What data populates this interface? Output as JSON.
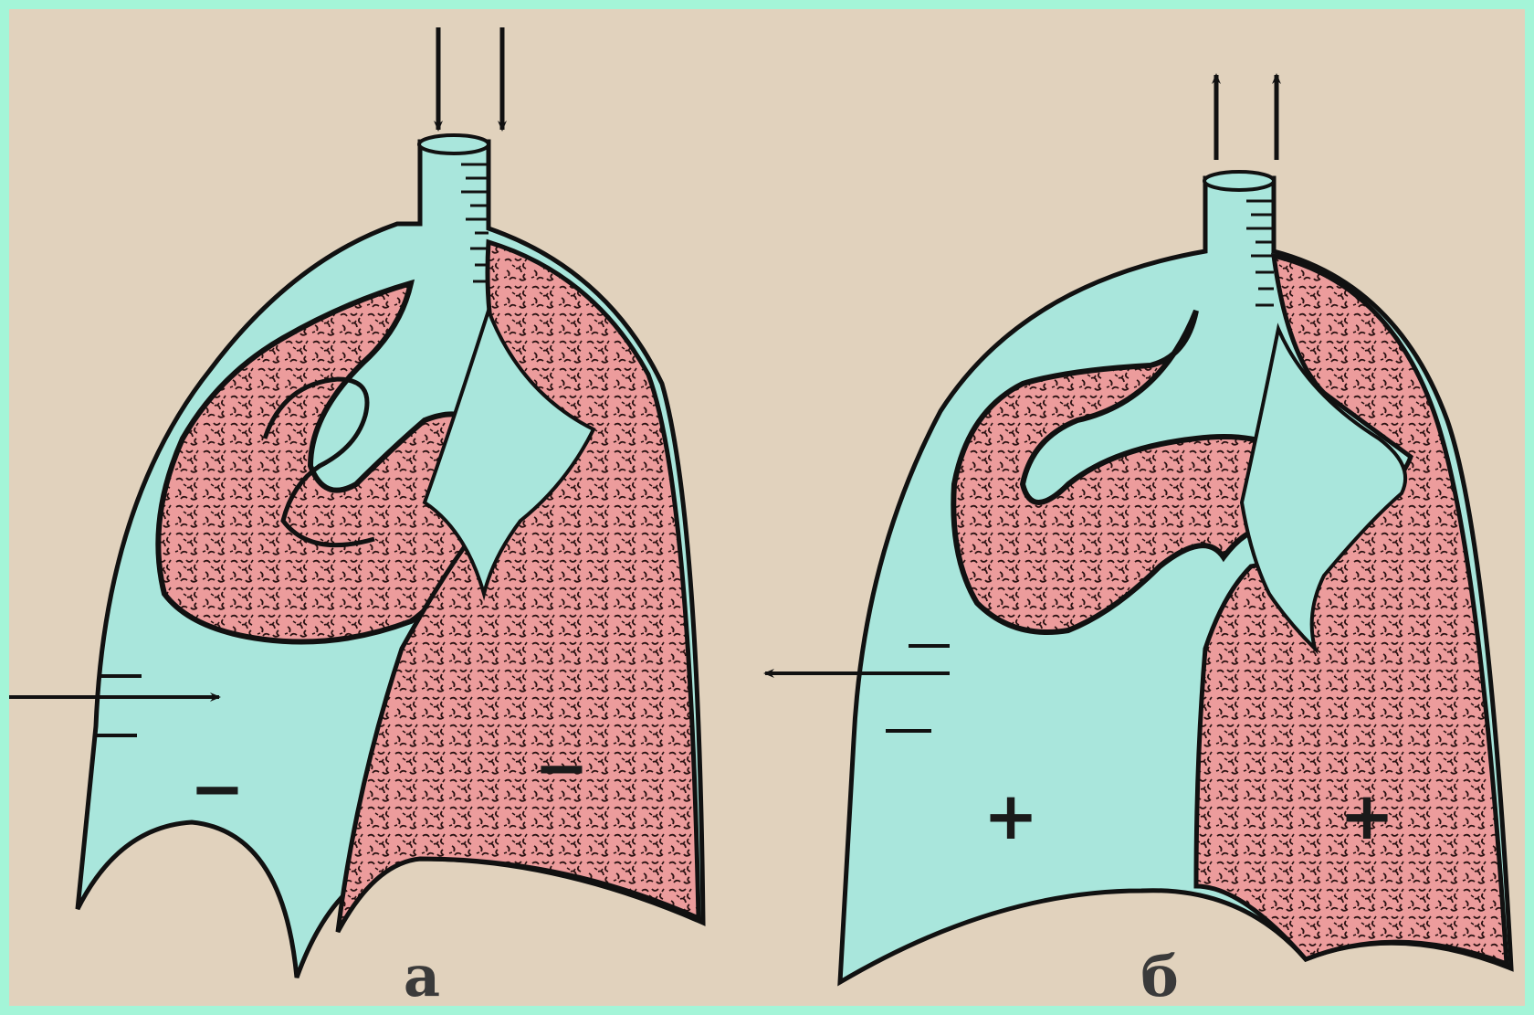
{
  "colors": {
    "frame": "#a4f5d8",
    "background": "#e1d2bd",
    "pleural_cavity": "#a9e6dc",
    "lung_tissue": "#ec9c9c",
    "outline": "#111111"
  },
  "panels": [
    {
      "label": "а",
      "left_sign": "−",
      "right_sign": "−",
      "airflow": "inward"
    },
    {
      "label": "б",
      "left_sign": "+",
      "right_sign": "+",
      "airflow": "outward"
    }
  ],
  "icons": {
    "airflow_arrow": "arrow-icon",
    "wound_air_arrow": "arrow-icon"
  }
}
